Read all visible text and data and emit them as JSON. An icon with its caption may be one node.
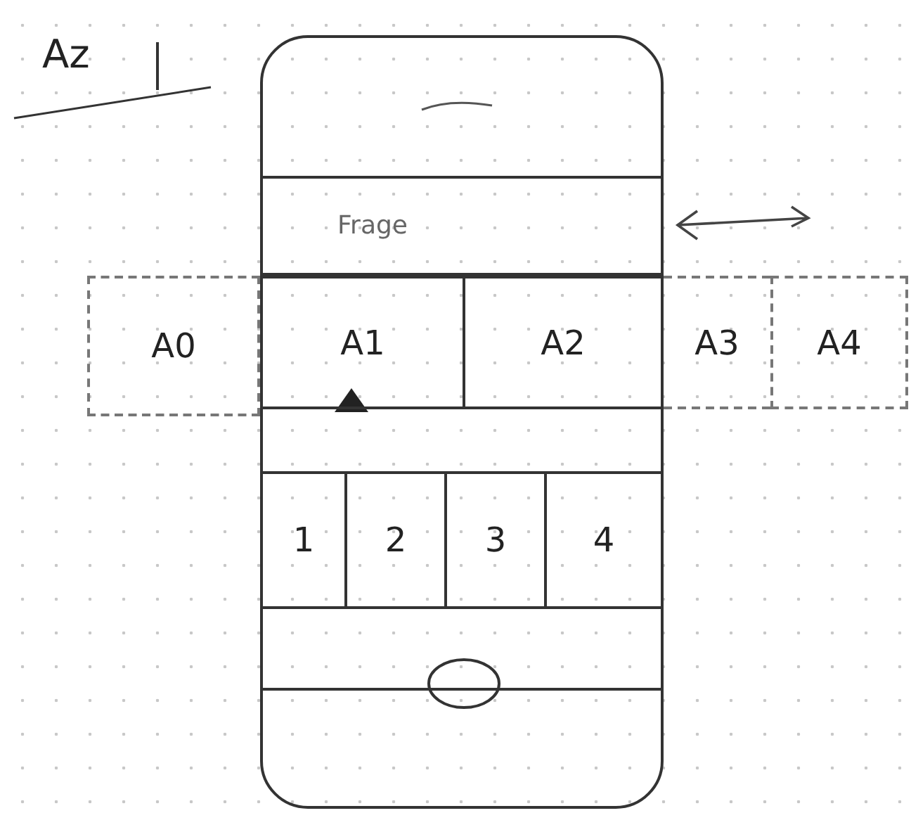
{
  "diagram": {
    "nodes": [
      {
        "text": [],
        "shape": "box"
      },
      {
        "text": [
          "Frage"
        ],
        "in": 0
      },
      {
        "text": [
          "A0"
        ]
      },
      {
        "text": [
          "A1"
        ],
        "in": 0
      },
      {
        "text": [
          "A2"
        ],
        "in": 0
      },
      {
        "text": [
          "A3"
        ]
      },
      {
        "text": [
          "A4"
        ]
      },
      {
        "text": [
          "1"
        ],
        "in": 0
      },
      {
        "text": [
          "2"
        ],
        "in": 0
      },
      {
        "text": [
          "3"
        ],
        "in": 0
      },
      {
        "text": [
          "4"
        ],
        "in": 0
      }
    ],
    "labels": [
      "Az"
    ]
  }
}
